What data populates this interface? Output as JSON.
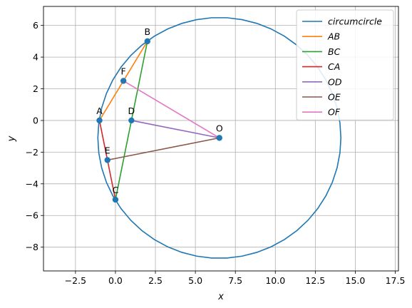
{
  "chart_data": {
    "type": "line",
    "xlabel": "x",
    "ylabel": "y",
    "xlim": [
      -4.5,
      17.7
    ],
    "ylim": [
      -9.5,
      7.2
    ],
    "grid": true,
    "legend_position": "top-right",
    "xticks": [
      -2.5,
      0.0,
      2.5,
      5.0,
      7.5,
      10.0,
      12.5,
      15.0,
      17.5
    ],
    "xtick_labels": [
      "−2.5",
      "0.0",
      "2.5",
      "5.0",
      "7.5",
      "10.0",
      "12.5",
      "15.0",
      "17.5"
    ],
    "yticks": [
      -8,
      -6,
      -4,
      -2,
      0,
      2,
      4,
      6
    ],
    "ytick_labels": [
      "−8",
      "−6",
      "−4",
      "−2",
      "0",
      "2",
      "4",
      "6"
    ],
    "circumcircle": {
      "center": [
        6.5,
        -1.1
      ],
      "radius": 7.6
    },
    "points": [
      {
        "label": "A",
        "x": -1.0,
        "y": 0.0
      },
      {
        "label": "B",
        "x": 2.0,
        "y": 5.0
      },
      {
        "label": "C",
        "x": 0.0,
        "y": -5.0
      },
      {
        "label": "D",
        "x": 1.0,
        "y": 0.0
      },
      {
        "label": "E",
        "x": -0.5,
        "y": -2.5
      },
      {
        "label": "F",
        "x": 0.5,
        "y": 2.5
      },
      {
        "label": "O",
        "x": 6.5,
        "y": -1.1
      }
    ],
    "series": [
      {
        "name": "circumcircle",
        "color": "#1f77b4",
        "kind": "circle"
      },
      {
        "name": "AB",
        "color": "#ff7f0e",
        "x": [
          -1.0,
          2.0
        ],
        "y": [
          0.0,
          5.0
        ]
      },
      {
        "name": "BC",
        "color": "#2ca02c",
        "x": [
          2.0,
          0.0
        ],
        "y": [
          5.0,
          -5.0
        ]
      },
      {
        "name": "CA",
        "color": "#d62728",
        "x": [
          0.0,
          -1.0
        ],
        "y": [
          -5.0,
          0.0
        ]
      },
      {
        "name": "OD",
        "color": "#9467bd",
        "x": [
          6.5,
          1.0
        ],
        "y": [
          -1.1,
          0.0
        ]
      },
      {
        "name": "OE",
        "color": "#8c564b",
        "x": [
          6.5,
          -0.5
        ],
        "y": [
          -1.1,
          -2.5
        ]
      },
      {
        "name": "OF",
        "color": "#e377c2",
        "x": [
          6.5,
          0.5
        ],
        "y": [
          -1.1,
          2.5
        ]
      }
    ],
    "point_color": "#1f77b4"
  }
}
